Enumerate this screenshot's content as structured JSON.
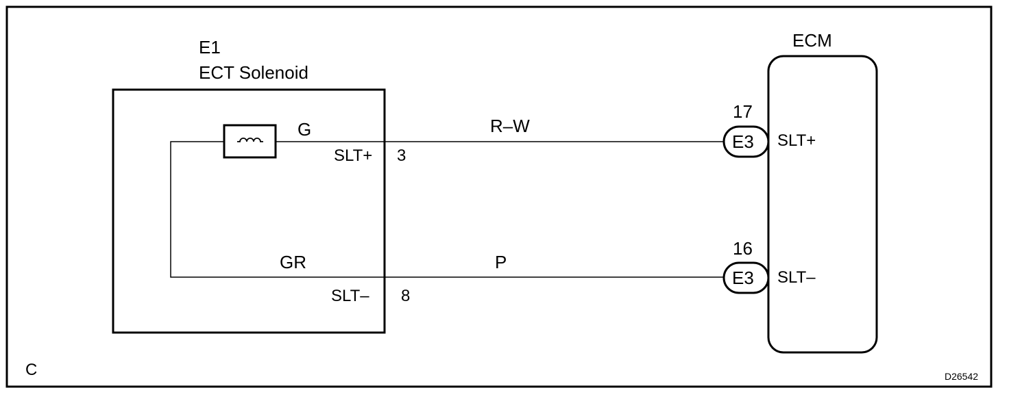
{
  "component": {
    "id": "E1",
    "name": "ECT Solenoid",
    "wire_in": "G",
    "wire_out": "GR",
    "pin_plus_name": "SLT+",
    "pin_plus_num": "3",
    "pin_minus_name": "SLT–",
    "pin_minus_num": "8"
  },
  "wires": {
    "plus_color": "R–W",
    "minus_color": "P"
  },
  "ecm": {
    "title": "ECM",
    "conn_plus_pin": "17",
    "conn_plus_id": "E3",
    "term_plus": "SLT+",
    "conn_minus_pin": "16",
    "conn_minus_id": "E3",
    "term_minus": "SLT–"
  },
  "footer": {
    "section": "C",
    "figure_id": "D26542"
  }
}
